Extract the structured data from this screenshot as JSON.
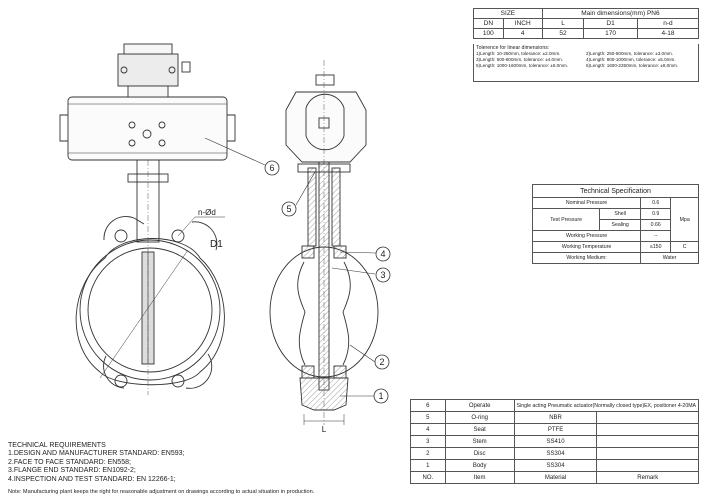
{
  "dimensions": {
    "size_header": "SIZE",
    "main_header": "Main dimensions(mm) PN6",
    "columns": [
      "DN",
      "INCH",
      "L",
      "D1",
      "n-d"
    ],
    "row": [
      "100",
      "4",
      "52",
      "170",
      "4-18"
    ]
  },
  "tolerance": {
    "title": "Tolerence for linear dimensions:",
    "left": [
      "1)Length: 10-250mm, tolerance: ±2.0mm.",
      "3)Length: 500-800mm, tolerance: ±4.0mm.",
      "5)Length: 1000-1600mm, tolerance: ±6.0mm."
    ],
    "right": [
      "2)Length: 250-500mm, tolerance: ±3.0mm.",
      "4)Length: 800-1000mm, tolerance: ±5.0mm.",
      "6)Length: 1600-2250mm, tolerance: ±8.0mm."
    ]
  },
  "spec": {
    "title": "Technical  Specification",
    "nominal_label": "Nominal Pressure",
    "nominal_value": "0.6",
    "test_label": "Test Pressure",
    "shell_label": "Shell",
    "shell_value": "0.9",
    "sealing_label": "Sealing",
    "sealing_value": "0.66",
    "unit": "Mpa",
    "working_pressure_label": "Working Pressure",
    "working_pressure_value": "--",
    "working_temp_label": "Working Temperature",
    "working_temp_value": "≤150",
    "temp_unit": "C",
    "working_medium_label": "Working Medium:",
    "working_medium_value": "Water"
  },
  "bom": {
    "rows": [
      {
        "no": "6",
        "item": "Operate",
        "material": "Single acting Pneumatic actuator(Normally closed type)EX, positioner 4-20MA",
        "remark": ""
      },
      {
        "no": "5",
        "item": "O-ring",
        "material": "NBR",
        "remark": ""
      },
      {
        "no": "4",
        "item": "Seat",
        "material": "PTFE",
        "remark": ""
      },
      {
        "no": "3",
        "item": "Stem",
        "material": "SS410",
        "remark": ""
      },
      {
        "no": "2",
        "item": "Disc",
        "material": "SS304",
        "remark": ""
      },
      {
        "no": "1",
        "item": "Body",
        "material": "SS304",
        "remark": ""
      }
    ],
    "header": {
      "no": "NO.",
      "item": "Item",
      "material": "Material",
      "remark": "Remark"
    }
  },
  "requirements": {
    "title": "TECHNICAL REQUIREMENTS",
    "items": [
      "1.DESIGN AND MANUFACTURER STANDARD: EN593;",
      "2.FACE TO FACE STANDARD: EN558;",
      "3.FLANGE END STANDARD: EN1092-2;",
      "4.INSPECTION AND TEST STANDARD: EN 12266-1;"
    ]
  },
  "note": "Note: Manufacturing plant keeps the right for reasonable adjustment on drawings according to actual situation in production.",
  "drawing_labels": {
    "balloons": [
      "6",
      "5",
      "4",
      "3",
      "2",
      "1"
    ],
    "bolt_dim": "n-Ød",
    "d1_dim": "D1",
    "l_dim": "L"
  },
  "colors": {
    "line": "#333333",
    "hatch": "#777777"
  }
}
